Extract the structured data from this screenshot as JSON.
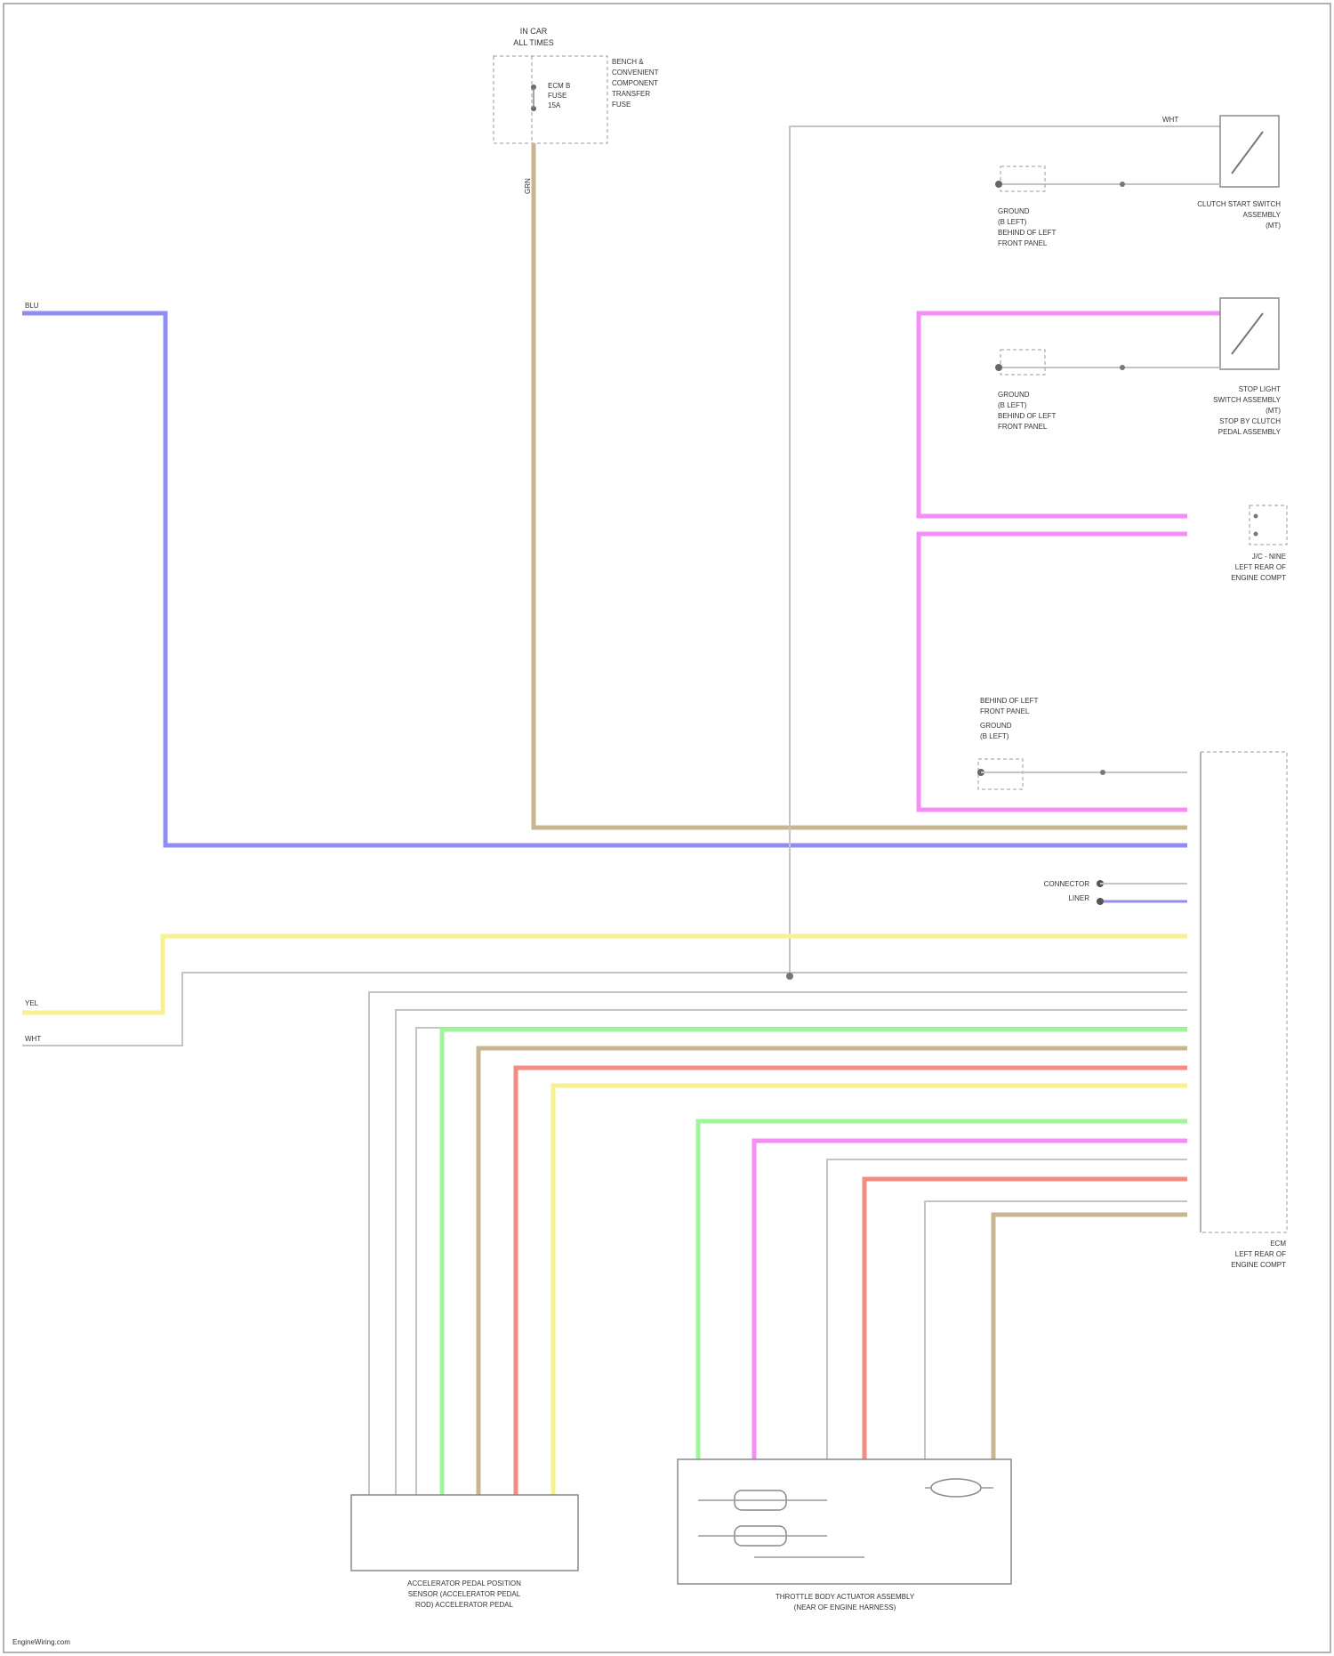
{
  "colors": {
    "blu": "#8f8cf2",
    "tan": "#c7b490",
    "pnk": "#f48ef4",
    "yel": "#f7f190",
    "grn": "#9ef59a",
    "red": "#f48c84",
    "wht": "#d0d0d0",
    "thin": "#c4c4c4"
  },
  "texts": {
    "fuse_header_1": "IN CAR",
    "fuse_header_2": "ALL TIMES",
    "fuse_inner_1": "ECM B",
    "fuse_inner_2": "FUSE",
    "fuse_inner_3": "15A",
    "fuse_side_1": "BENCH &",
    "fuse_side_2": "CONVENIENT",
    "fuse_side_3": "COMPONENT",
    "fuse_side_4": "TRANSFER",
    "fuse_side_5": "FUSE",
    "fuse_wire": "GRN",
    "wht_top": "WHT",
    "blu_left": "BLU",
    "yel_left": "YEL",
    "wht_left": "WHT",
    "clutch_sw_1": "CLUTCH START SWITCH",
    "clutch_sw_2": "ASSEMBLY",
    "clutch_sw_3": "(MT)",
    "ground_1_a": "GROUND",
    "ground_1_b": "(B LEFT)",
    "ground_1_c": "BEHIND OF LEFT",
    "ground_1_d": "FRONT PANEL",
    "stop_sw_1": "STOP LIGHT",
    "stop_sw_2": "SWITCH ASSEMBLY",
    "stop_sw_3": "(MT)",
    "stop_sw_4": "STOP BY CLUTCH",
    "stop_sw_5": "PEDAL ASSEMBLY",
    "ground_2_a": "GROUND",
    "ground_2_b": "(B LEFT)",
    "ground_2_c": "BEHIND OF LEFT",
    "ground_2_d": "FRONT PANEL",
    "jc_1": "J/C - NINE",
    "jc_2": "LEFT REAR OF",
    "jc_3": "ENGINE COMPT",
    "ground_3_a": "BEHIND OF LEFT",
    "ground_3_b": "FRONT PANEL",
    "ground_3_c": "GROUND",
    "ground_3_d": "(B LEFT)",
    "conn_1": "CONNECTOR",
    "conn_2": "LINER",
    "ecm_1": "ECM",
    "ecm_2": "LEFT REAR OF",
    "ecm_3": "ENGINE COMPT",
    "accel_1": "ACCELERATOR PEDAL POSITION",
    "accel_2": "SENSOR (ACCELERATOR PEDAL",
    "accel_3": "ROD) ACCELERATOR PEDAL",
    "throttle_1": "THROTTLE BODY ACTUATOR ASSEMBLY",
    "throttle_2": "(NEAR OF ENGINE HARNESS)",
    "watermark": "EngineWiring.com"
  }
}
